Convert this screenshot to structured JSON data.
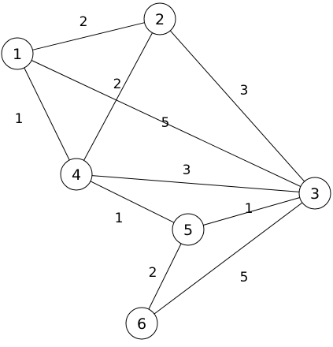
{
  "graph": {
    "nodes": [
      {
        "id": "1",
        "label": "1"
      },
      {
        "id": "2",
        "label": "2"
      },
      {
        "id": "3",
        "label": "3"
      },
      {
        "id": "4",
        "label": "4"
      },
      {
        "id": "5",
        "label": "5"
      },
      {
        "id": "6",
        "label": "6"
      }
    ],
    "edges": [
      {
        "from": "1",
        "to": "2",
        "weight": "2"
      },
      {
        "from": "1",
        "to": "4",
        "weight": "1"
      },
      {
        "from": "1",
        "to": "3",
        "weight": "5"
      },
      {
        "from": "2",
        "to": "4",
        "weight": "2"
      },
      {
        "from": "2",
        "to": "3",
        "weight": "3"
      },
      {
        "from": "4",
        "to": "3",
        "weight": "3"
      },
      {
        "from": "4",
        "to": "5",
        "weight": "1"
      },
      {
        "from": "5",
        "to": "3",
        "weight": "1"
      },
      {
        "from": "5",
        "to": "6",
        "weight": "2"
      },
      {
        "from": "6",
        "to": "3",
        "weight": "5"
      }
    ]
  }
}
